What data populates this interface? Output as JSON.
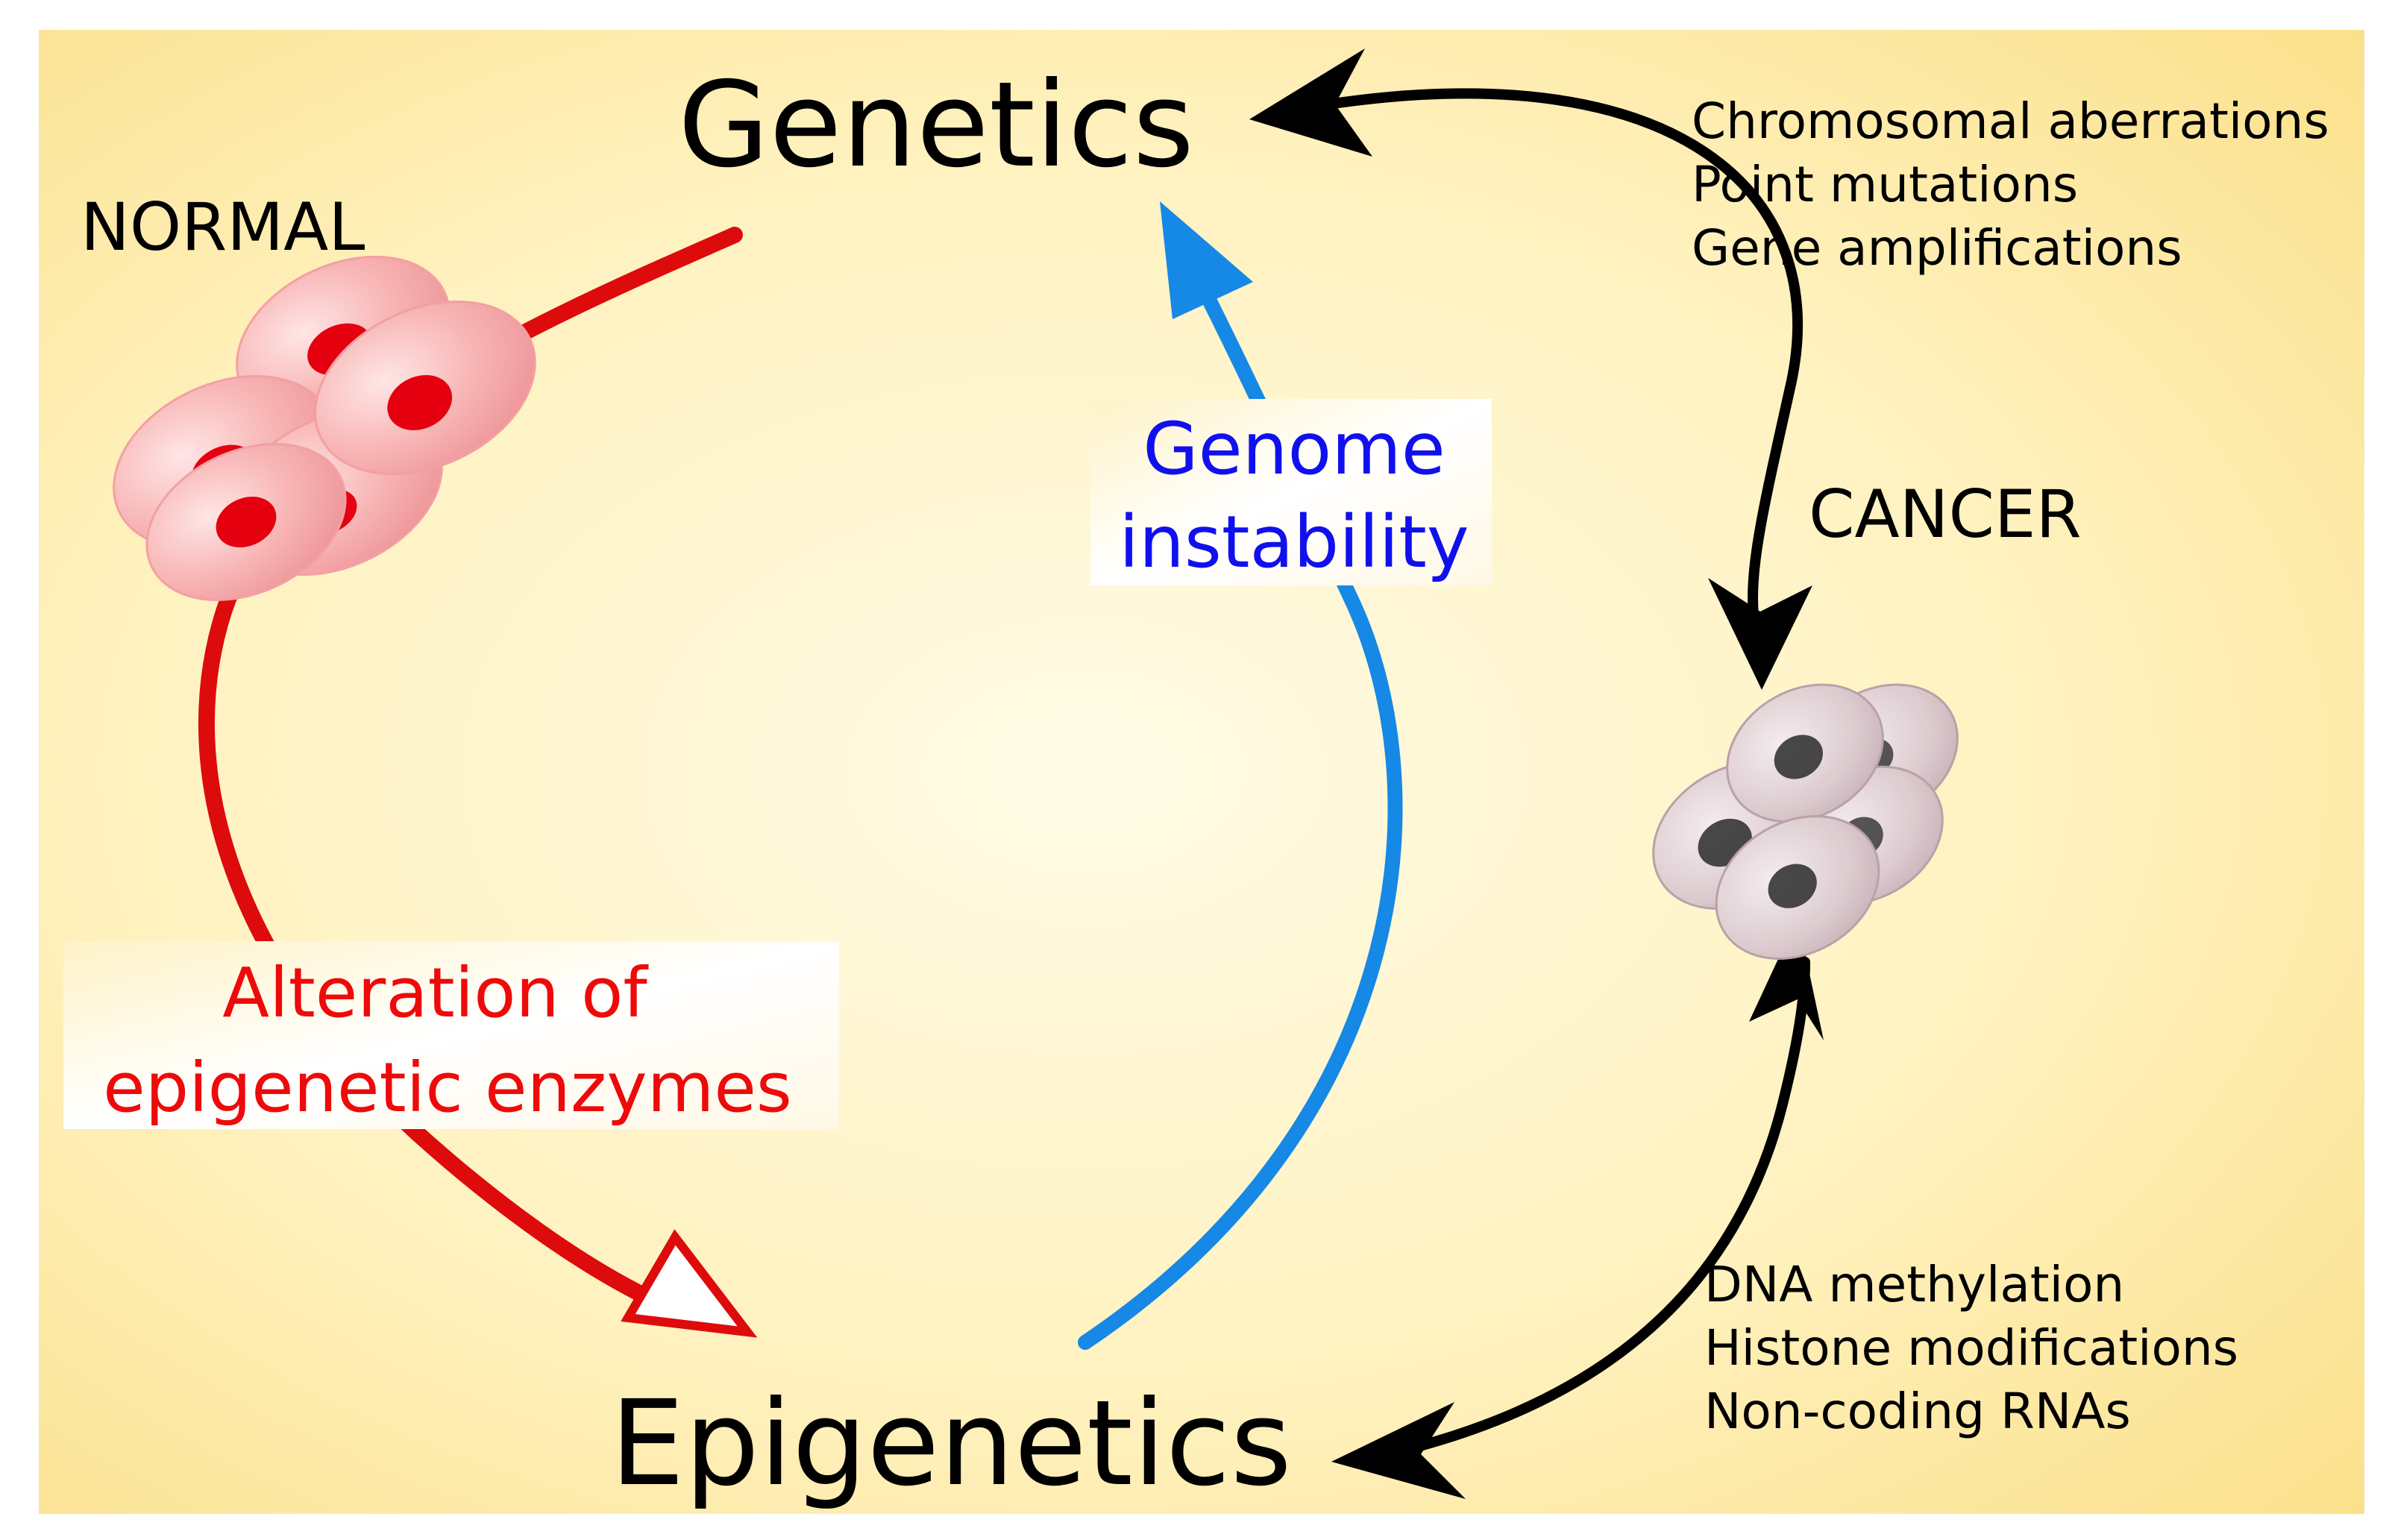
{
  "labels": {
    "genetics": "Genetics",
    "epigenetics": "Epigenetics",
    "normal": "NORMAL",
    "cancer": "CANCER",
    "genome_instability_line1": "Genome",
    "genome_instability_line2": "instability",
    "alteration_line1": "Alteration of",
    "alteration_line2": "epigenetic enzymes"
  },
  "genetic_alterations": [
    "Chromosomal aberrations",
    "Point mutations",
    "Gene amplifications"
  ],
  "epigenetic_alterations": [
    "DNA methylation",
    "Histone modifications",
    "Non-coding RNAs"
  ],
  "colors": {
    "background_light": "#fffbe6",
    "background_warm": "#fbe08a",
    "red_arrow": "#dd0b0b",
    "blue_arrow": "#1688e6",
    "black_arrow": "#000000",
    "blue_text": "#1010ee",
    "red_text": "#ee0a0a",
    "normal_cell": "#f5a3a3",
    "normal_nucleus": "#e4000f",
    "cancer_cell": "#d9c4c8",
    "cancer_nucleus": "#2a2a2a"
  }
}
